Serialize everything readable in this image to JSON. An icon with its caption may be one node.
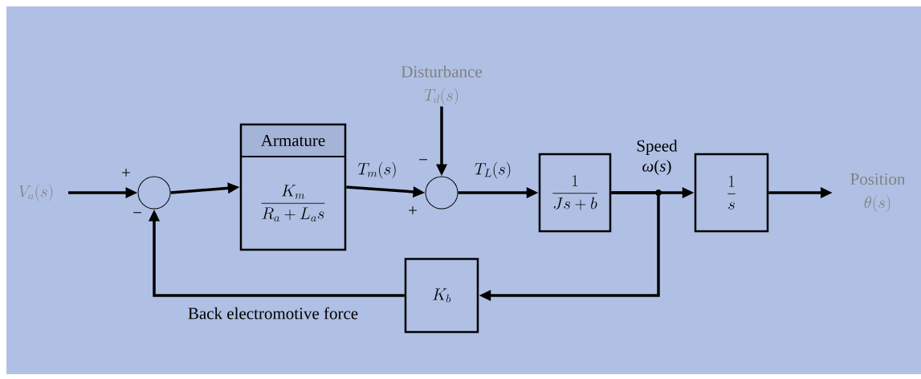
{
  "diagram": {
    "nodes": [
      {
        "text": [
          "V_a(s)"
        ]
      },
      {
        "text": [],
        "shape": "circle"
      },
      {
        "text": [
          "Armature",
          "\\frac{K_m}{R_a + L_a s}"
        ]
      },
      {
        "text": [],
        "shape": "circle"
      },
      {
        "text": [
          "Disturbance",
          "T_d(s)"
        ]
      },
      {
        "text": [
          "\\frac{1}{Js + b}"
        ]
      },
      {
        "text": [
          "\\frac{1}{s}"
        ]
      },
      {
        "text": [
          "Position",
          "\\theta(s)"
        ]
      },
      {
        "text": [
          "K_b"
        ]
      }
    ],
    "edges": [
      {
        "from": 0,
        "to": 1,
        "arrow": "to"
      },
      {
        "from": 1,
        "to": 2,
        "arrow": "to"
      },
      {
        "from": 2,
        "to": 3,
        "arrow": "to",
        "label": "T_m(s)"
      },
      {
        "from": 4,
        "to": 3,
        "arrow": "to"
      },
      {
        "from": 3,
        "to": 5,
        "arrow": "to",
        "label": "T_L(s)"
      },
      {
        "from": 5,
        "to": 6,
        "arrow": "to",
        "label": "Speed *ω*(*s*)"
      },
      {
        "from": 6,
        "to": 7,
        "arrow": "to"
      },
      {
        "from": 5,
        "to": 8,
        "arrow": "to"
      },
      {
        "from": 8,
        "to": 1,
        "arrow": "to",
        "label": "Back electromotive force"
      }
    ],
    "labels": [
      "+",
      "−",
      "−",
      "+"
    ]
  }
}
